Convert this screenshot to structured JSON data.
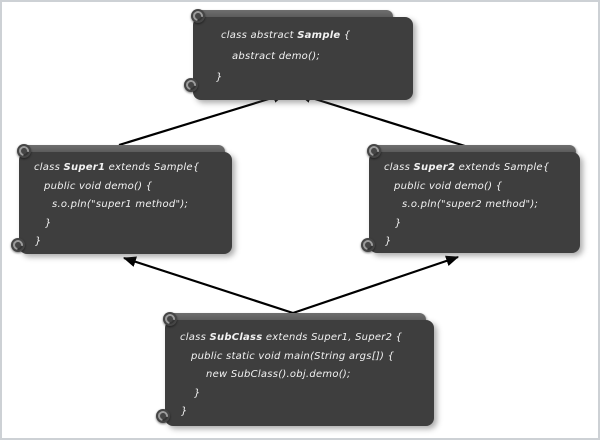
{
  "diagram": {
    "kind": "java-multiple-inheritance-class-diagram",
    "colors": {
      "box_body": "#3e3e3e",
      "box_roll_bar": "#5d5d5d",
      "code_text": "#f2f2f2",
      "arrow": "#000000",
      "page_border": "#cdd1d5"
    },
    "boxes": [
      {
        "name": "Sample",
        "lines": [
          {
            "segments": [
              {
                "t": "class abstract "
              },
              {
                "t": "Sample",
                "bold": true
              },
              {
                "t": " {"
              }
            ]
          },
          {
            "segments": [
              {
                "t": "abstract demo();"
              }
            ]
          },
          {
            "segments": [
              {
                "t": "}"
              }
            ]
          }
        ]
      },
      {
        "name": "Super1",
        "lines": [
          {
            "segments": [
              {
                "t": "class "
              },
              {
                "t": "Super1",
                "bold": true
              },
              {
                "t": " extends Sample{"
              }
            ]
          },
          {
            "segments": [
              {
                "t": "public void demo() {"
              }
            ]
          },
          {
            "segments": [
              {
                "t": "s.o.pln(\"super1 method\");"
              }
            ]
          },
          {
            "segments": [
              {
                "t": "}"
              }
            ]
          },
          {
            "segments": [
              {
                "t": "}"
              }
            ]
          }
        ]
      },
      {
        "name": "Super2",
        "lines": [
          {
            "segments": [
              {
                "t": "class "
              },
              {
                "t": "Super2",
                "bold": true
              },
              {
                "t": " extends Sample{"
              }
            ]
          },
          {
            "segments": [
              {
                "t": "public void demo() {"
              }
            ]
          },
          {
            "segments": [
              {
                "t": "s.o.pln(\"super2 method\");"
              }
            ]
          },
          {
            "segments": [
              {
                "t": "}"
              }
            ]
          },
          {
            "segments": [
              {
                "t": "}"
              }
            ]
          }
        ]
      },
      {
        "name": "SubClass",
        "lines": [
          {
            "segments": [
              {
                "t": "class "
              },
              {
                "t": "SubClass",
                "bold": true
              },
              {
                "t": " extends Super1, Super2 {"
              }
            ]
          },
          {
            "segments": [
              {
                "t": "public static void main(String args[]) {"
              }
            ]
          },
          {
            "segments": [
              {
                "t": "new SubClass().obj.demo();"
              }
            ]
          },
          {
            "segments": [
              {
                "t": "}"
              }
            ]
          },
          {
            "segments": [
              {
                "t": "}"
              }
            ]
          }
        ]
      }
    ],
    "edges": [
      {
        "from": "Super1",
        "to": "Sample"
      },
      {
        "from": "Super2",
        "to": "Sample"
      },
      {
        "from": "SubClass",
        "to": "Super1"
      },
      {
        "from": "SubClass",
        "to": "Super2"
      }
    ]
  }
}
